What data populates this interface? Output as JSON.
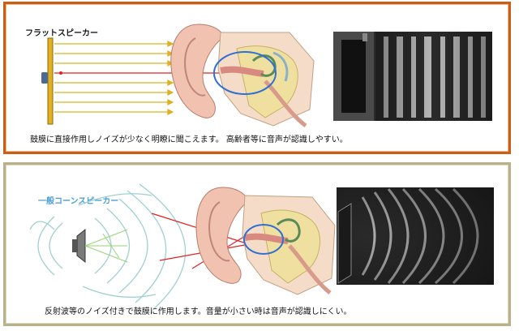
{
  "top": {
    "title": "フラットスピーカー",
    "caption": "鼓膜に直接作用しノイズが少なく明瞭に聞こえます。 高齢者等に音声が認識しやすい。"
  },
  "bottom": {
    "title": "一般コーンスピーカー",
    "caption": "反射波等のノイズ付きで鼓膜に作用します。音量が小さい時は音声が認識しにくい。"
  },
  "colors": {
    "top_border": "#c8601a",
    "bottom_border": "#b9b08c",
    "arrow": "#e0b020",
    "red_line": "#e02020",
    "wave": "#9fd0d0",
    "ear_ring": "#3070d0",
    "bottom_title": "#4a9ed6"
  }
}
